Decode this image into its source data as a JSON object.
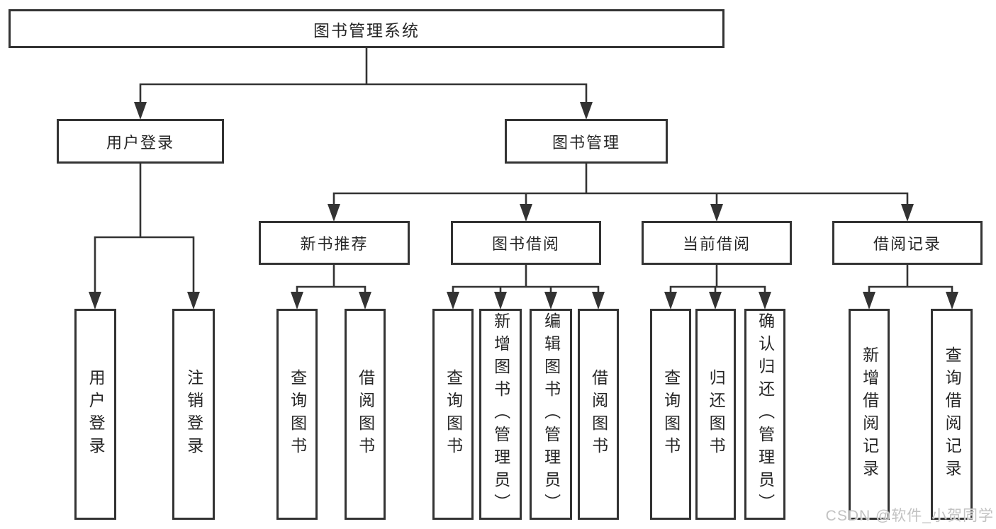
{
  "diagram": {
    "root": {
      "label": "图书管理系统",
      "children": [
        {
          "label": "用户登录",
          "children": [
            {
              "label": "用户登录"
            },
            {
              "label": "注销登录"
            }
          ]
        },
        {
          "label": "图书管理",
          "children": [
            {
              "label": "新书推荐",
              "children": [
                {
                  "label": "查询图书"
                },
                {
                  "label": "借阅图书"
                }
              ]
            },
            {
              "label": "图书借阅",
              "children": [
                {
                  "label": "查询图书"
                },
                {
                  "label": "新增图书（管理员）"
                },
                {
                  "label": "编辑图书（管理员）"
                },
                {
                  "label": "借阅图书"
                }
              ]
            },
            {
              "label": "当前借阅",
              "children": [
                {
                  "label": "查询图书"
                },
                {
                  "label": "归还图书"
                },
                {
                  "label": "确认归还（管理员）"
                }
              ]
            },
            {
              "label": "借阅记录",
              "children": [
                {
                  "label": "新增借阅记录"
                },
                {
                  "label": "查询借阅记录"
                }
              ]
            }
          ]
        }
      ]
    }
  },
  "watermark": {
    "text": "CSDN @软件_小贺同学"
  },
  "colors": {
    "line": "#333333",
    "text": "#262626",
    "background": "#ffffff",
    "watermark": "#c2c2c2"
  }
}
